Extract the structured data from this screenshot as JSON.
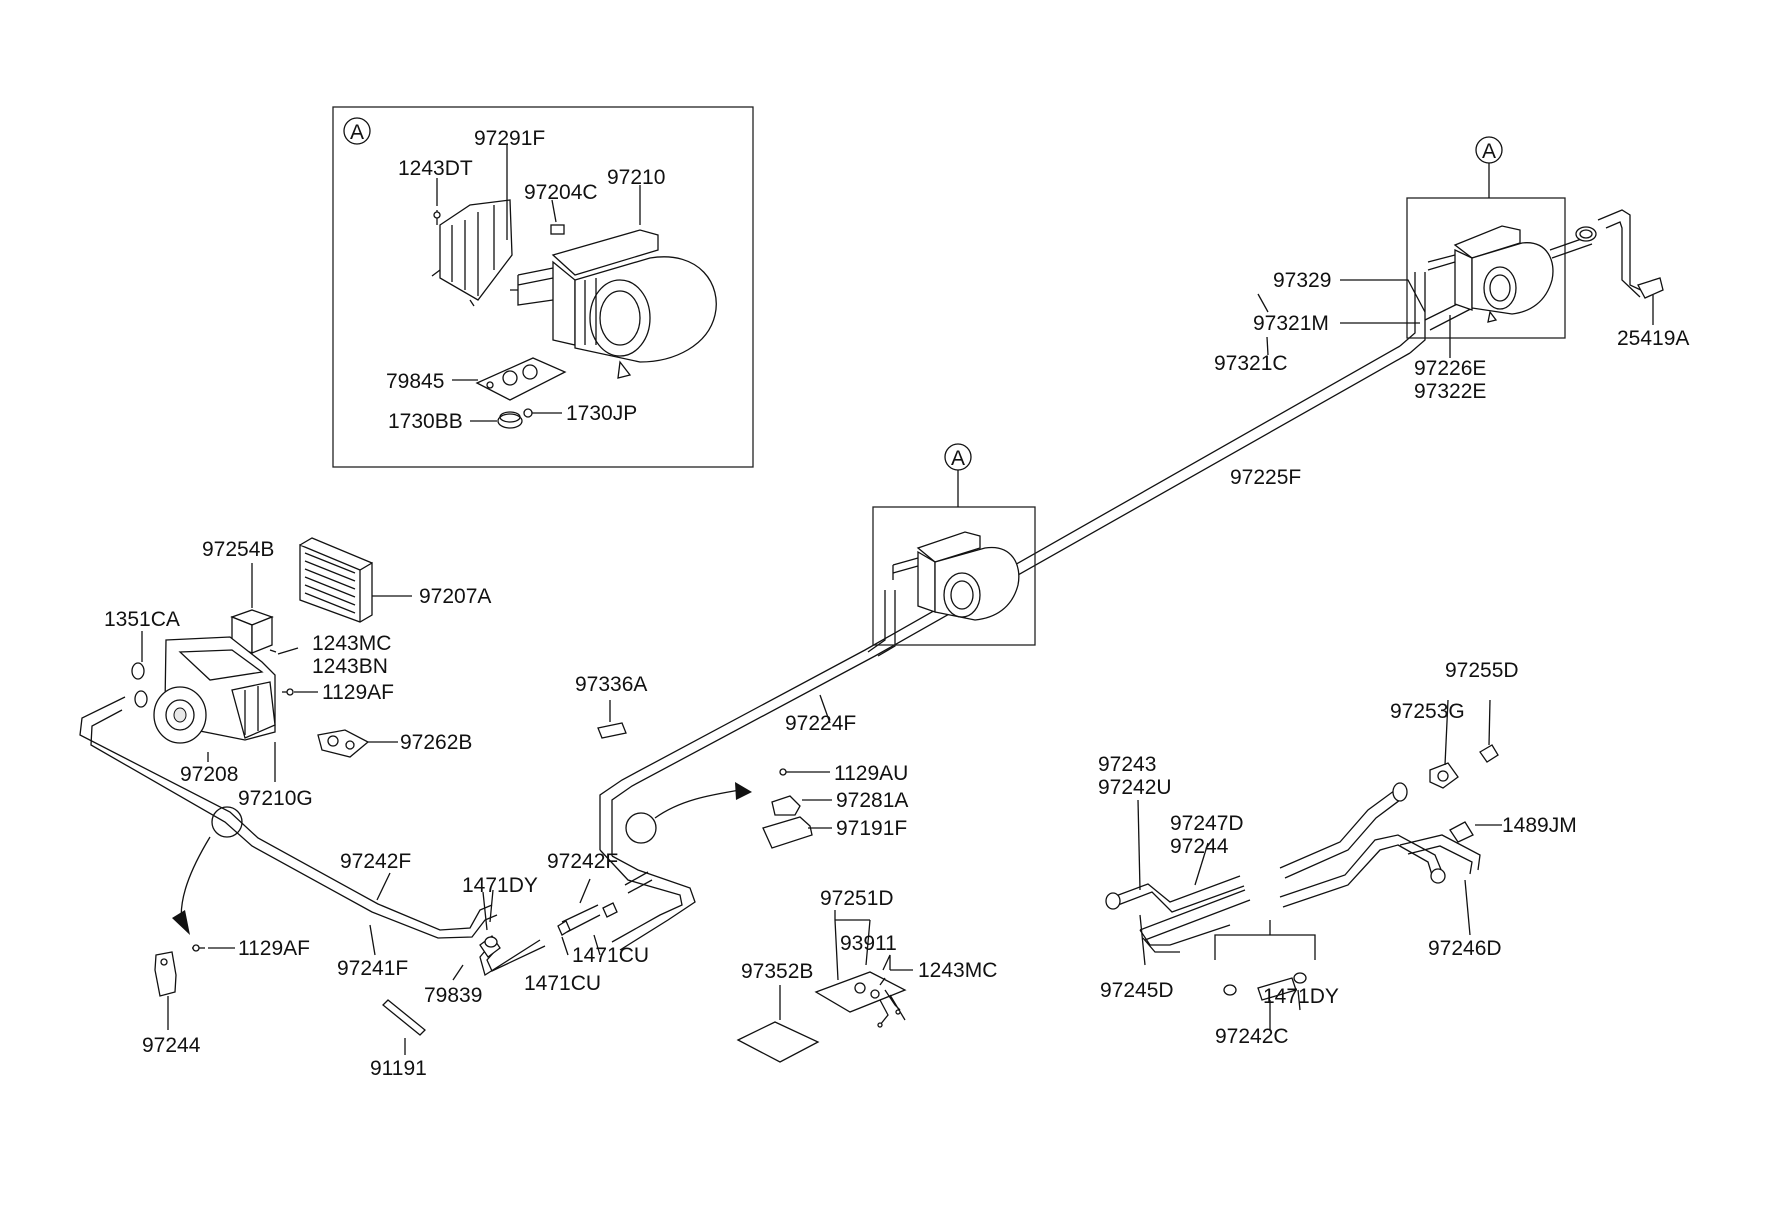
{
  "callout_letter": "A",
  "parts": {
    "p97291F": "97291F",
    "p1243DT": "1243DT",
    "p97204C": "97204C",
    "p97210": "97210",
    "p79845": "79845",
    "p1730BB": "1730BB",
    "p1730JP": "1730JP",
    "p97329": "97329",
    "p97321M": "97321M",
    "p97321C": "97321C",
    "p97226E": "97226E",
    "p97322E": "97322E",
    "p25419A": "25419A",
    "p97225F": "97225F",
    "p97254B": "97254B",
    "p97207A": "97207A",
    "p1351CA": "1351CA",
    "p1243MC_a": "1243MC",
    "p1243BN": "1243BN",
    "p1129AF_a": "1129AF",
    "p97262B": "97262B",
    "p97208": "97208",
    "p97210G": "97210G",
    "p97336A": "97336A",
    "p97224F": "97224F",
    "p97255D": "97255D",
    "p97253G": "97253G",
    "p1129AU": "1129AU",
    "p97281A": "97281A",
    "p97191F": "97191F",
    "p97243": "97243",
    "p97242U": "97242U",
    "p1489JM": "1489JM",
    "p97247D": "97247D",
    "p97244_a": "97244",
    "p97242F_a": "97242F",
    "p97242F_b": "97242F",
    "p1471DY_a": "1471DY",
    "p1129AF_b": "1129AF",
    "p97241F": "97241F",
    "p1471CU_a": "1471CU",
    "p1471CU_b": "1471CU",
    "p79839": "79839",
    "p97244_b": "97244",
    "p91191": "91191",
    "p97251D": "97251D",
    "p93911": "93911",
    "p97352B": "97352B",
    "p1243MC_b": "1243MC",
    "p97246D": "97246D",
    "p97245D": "97245D",
    "p1471DY_b": "1471DY",
    "p97242C": "97242C"
  }
}
